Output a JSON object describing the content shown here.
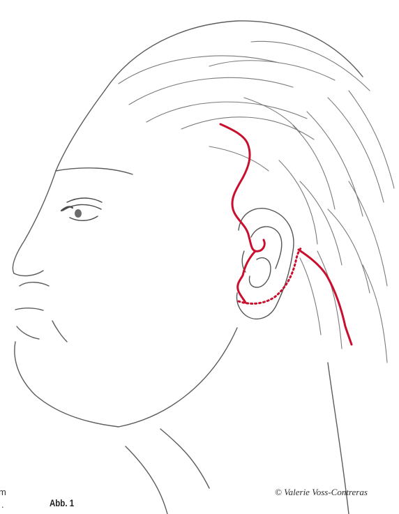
{
  "figure": {
    "label": "Abb. 1",
    "credit": "© Valerie Voss-Contreras",
    "edge_text": [
      "m",
      "."
    ]
  },
  "colors": {
    "sketch": "#5c5c5c",
    "hair": "#7a7a7a",
    "incision": "#c8102e"
  }
}
